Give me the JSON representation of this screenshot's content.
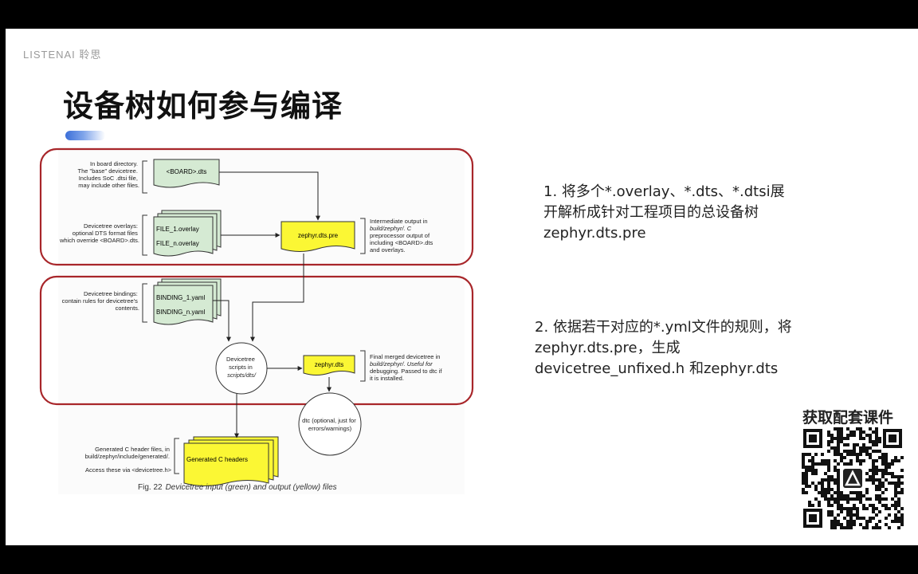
{
  "slide": {
    "brand": "LISTENAI 聆思",
    "title": "设备树如何参与编译"
  },
  "diagram": {
    "labels": {
      "board_desc": [
        "In board directory.",
        "The \"base\" devicetree.",
        "Includes SoC .dtsi file,",
        "may include other files."
      ],
      "board_file": "<BOARD>.dts",
      "overlay_desc": [
        "Devicetree overlays:",
        "optional DTS format files",
        "which override <BOARD>.dts."
      ],
      "overlay_file_1": "FILE_1.overlay",
      "overlay_file_n": "FILE_n.overlay",
      "pre_file": "zephyr.dts.pre",
      "pre_desc": [
        "Intermediate output in",
        "build/zephyr/. C",
        "preprocessor output of",
        "including <BOARD>.dts",
        "and overlays."
      ],
      "binding_desc": [
        "Devicetree bindings:",
        "contain rules for devicetree's",
        "contents."
      ],
      "binding_file_1": "BINDING_1.yaml",
      "binding_file_n": "BINDING_n.yaml",
      "scripts_node": [
        "Devicetree",
        "scripts in",
        "scripts/dts/"
      ],
      "dts_file": "zephyr.dts",
      "dts_desc": [
        "Final merged devicetree in",
        "build/zephyr/. Useful for",
        "debugging. Passed to dtc if",
        "it is installed."
      ],
      "dtc_node": [
        "dtc (optional, just for",
        "errors/warnings)"
      ],
      "header_desc": [
        "Generated C header files, in",
        "build/zephyr/include/generated/."
      ],
      "header_access": "Access these via <devicetree.h>",
      "header_file": "Generated C headers",
      "caption_prefix": "Fig. 22",
      "caption_text": "Devicetree input (green) and output (yellow) files"
    },
    "colors": {
      "input_green": "#d5ead3",
      "output_yellow": "#fbf734",
      "highlight_red": "#a8262a"
    }
  },
  "notes": {
    "note1": [
      "1. 将多个*.overlay、*.dts、*.dtsi展",
      "开解析成针对工程项目的总设备树",
      "zephyr.dts.pre"
    ],
    "note2": [
      "2. 依据若干对应的*.yml文件的规则，将",
      "zephyr.dts.pre，生成",
      "devicetree_unfixed.h 和zephyr.dts"
    ]
  },
  "qr": {
    "title": "获取配套课件",
    "logo_icon": "listenai-logo-icon"
  }
}
